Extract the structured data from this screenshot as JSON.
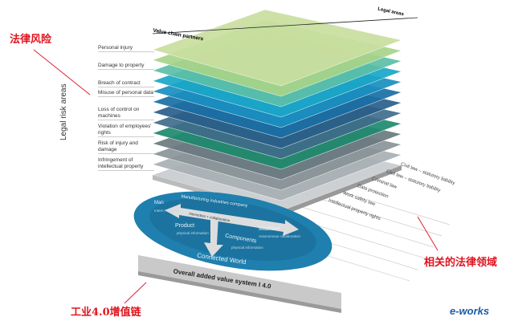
{
  "labels_cn": {
    "legal_risk": "法律风险",
    "legal_fields": "相关的法律领域",
    "value_chain": "工业4.0增值链"
  },
  "axis": {
    "risk_areas": "Legal risk areas",
    "value_chain_partners": "Value chain partners",
    "legal_areas": "Legal areas"
  },
  "risk_areas": [
    "Personal injury",
    "Damage to property",
    "Breach of contract",
    "Misuse of personal data",
    "Loss of control on machines",
    "Violation of employees' rights",
    "Risk of injury and damage",
    "Infringement of intellectual property"
  ],
  "legal_fields": [
    "Civil law – statutory liability",
    "Civil law – statutory liability",
    "Criminal law",
    "Data protection",
    "Work safety law",
    "Intellectual property rights"
  ],
  "ellipse": {
    "company": "Manufacturing industries company",
    "interaction": "Interaction + collaboration",
    "man": "Man",
    "man_sub": "Intern / external",
    "product": "Product",
    "product_sub": "physical information",
    "machine": "Machine",
    "machine_sub": "Autonomous collaboration",
    "components": "Components",
    "components_sub": "physical information",
    "world": "Connected World"
  },
  "base": "Overall added value system I 4.0",
  "logo": "e-works",
  "layer_colors": [
    "#c9dfa0",
    "#a8d48a",
    "#5cc0a8",
    "#1aa7c8",
    "#1a8fc0",
    "#1a6fa5",
    "#2a5f8a",
    "#3f6d8a",
    "#1e8a6e",
    "#6a7a80",
    "#8a9498",
    "#a8b0b4",
    "#c8cdd0"
  ]
}
